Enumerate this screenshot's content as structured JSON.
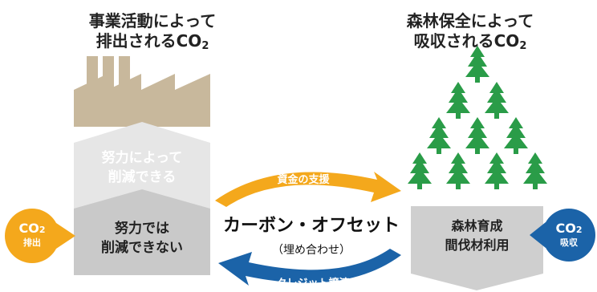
{
  "left_title": {
    "line1": "事業活動によって",
    "line2_prefix": "排出されるCO",
    "line2_sub": "2"
  },
  "right_title": {
    "line1": "森林保全によって",
    "line2_prefix": "吸収されるCO",
    "line2_sub": "2"
  },
  "reducible_block": {
    "line1": "努力によって",
    "line2": "削減できる"
  },
  "irreducible_block": {
    "line1": "努力では",
    "line2": "削減できない"
  },
  "forest_block": {
    "line1": "森林育成",
    "line2": "間伐材利用"
  },
  "center": {
    "title": "カーボン・オフセット",
    "subtitle": "（埋め合わせ）"
  },
  "arrow_top": {
    "label": "資金の支援"
  },
  "arrow_bottom": {
    "label": "クレジット譲渡"
  },
  "emission_circle": {
    "co": "CO",
    "sub": "2",
    "label": "排出"
  },
  "absorption_circle": {
    "co": "CO",
    "sub": "2",
    "label": "吸収"
  },
  "colors": {
    "factory": "#c8b89c",
    "reducible": "#e6e6e6",
    "irreducible": "#c9c9c9",
    "orange": "#f4a81c",
    "blue": "#1b63a8",
    "tree": "#2a9c48"
  }
}
